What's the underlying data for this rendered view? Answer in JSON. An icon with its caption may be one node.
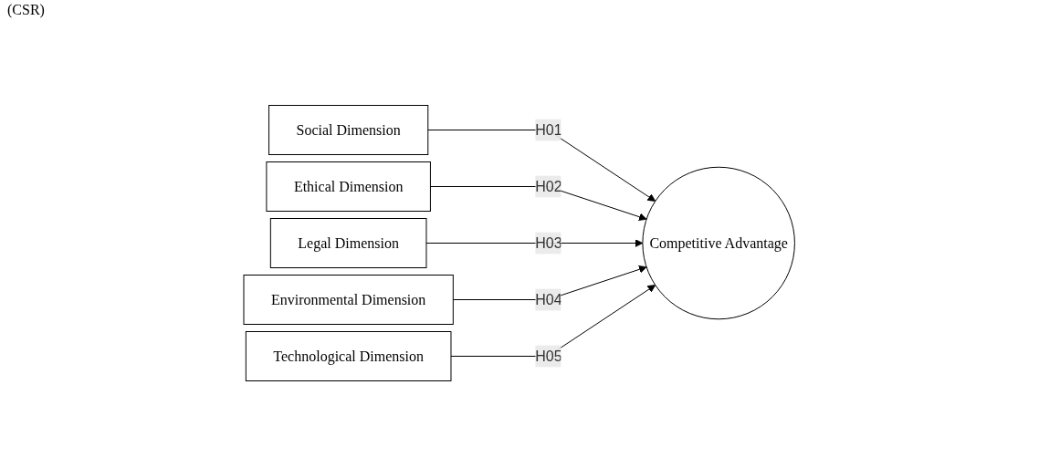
{
  "diagram": {
    "nodes": [
      {
        "text": [
          "Social Dimension"
        ]
      },
      {
        "text": [
          "Ethical Dimension"
        ]
      },
      {
        "text": [
          "Legal Dimension"
        ]
      },
      {
        "text": [
          "Environmental Dimension"
        ]
      },
      {
        "text": [
          "Technological Dimension"
        ]
      },
      {
        "text": [
          "Competitive Advantage"
        ]
      }
    ],
    "edges": [
      {
        "from": 0,
        "to": 5,
        "label": "H01",
        "arrow": "to"
      },
      {
        "from": 1,
        "to": 5,
        "label": "H02",
        "arrow": "to"
      },
      {
        "from": 2,
        "to": 5,
        "label": "H03",
        "arrow": "to"
      },
      {
        "from": 3,
        "to": 5,
        "label": "H04",
        "arrow": "to"
      },
      {
        "from": 4,
        "to": 5,
        "label": "H05",
        "arrow": "to"
      }
    ],
    "labels": [
      "(CSR)"
    ]
  }
}
